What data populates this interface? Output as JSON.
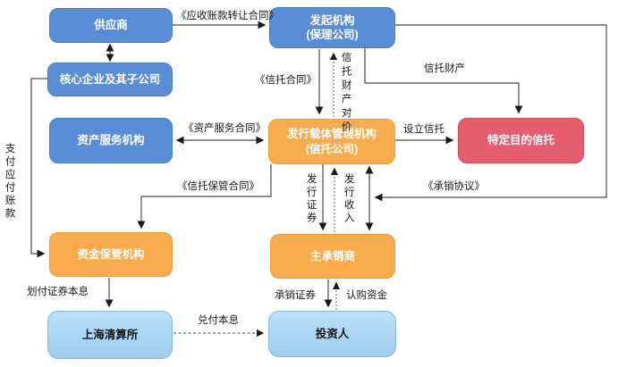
{
  "diagram": {
    "nodes": {
      "supplier": {
        "label": "供应商"
      },
      "originator": {
        "label": "发起机构",
        "sublabel": "(保理公司)"
      },
      "core_enterprise": {
        "label": "核心企业及其子公司"
      },
      "asset_servicer": {
        "label": "资产服务机构"
      },
      "issuer_manager": {
        "label": "发行载体管理机构",
        "sublabel": "(信托公司)"
      },
      "special_purpose_trust": {
        "label": "特定目的信托"
      },
      "fund_custodian": {
        "label": "资金保管机构"
      },
      "lead_underwriter": {
        "label": "主承销商"
      },
      "shanghai_clearing_house": {
        "label": "上海清算所"
      },
      "investors": {
        "label": "投资人"
      }
    },
    "edge_labels": {
      "receivable_transfer_contract": "《应收账款转让合同》",
      "trust_contract": "《信托合同》",
      "trust_property": "信托财产",
      "trust_property_consideration": "信托财产对价",
      "asset_service_contract": "《资产服务合同》",
      "set_up_trust": "设立信托",
      "trust_custody_contract": "《信托保管合同》",
      "underwriting_agreement": "《承销协议》",
      "issue_securities": "发行证券",
      "issuance_proceeds": "发行收入",
      "pay_accounts_payable": "支付应付账款",
      "transfer_principal_interest": "划付证券本息",
      "redeem_principal_interest": "兑付本息",
      "underwrite_securities": "承销证券",
      "subscription_funds": "认购资金"
    },
    "colors": {
      "blue": "#5b8dd6",
      "orange": "#f9ac4e",
      "red": "#e55e6e",
      "light_blue": "#9dcdee",
      "line": "#4a4a4a"
    }
  }
}
